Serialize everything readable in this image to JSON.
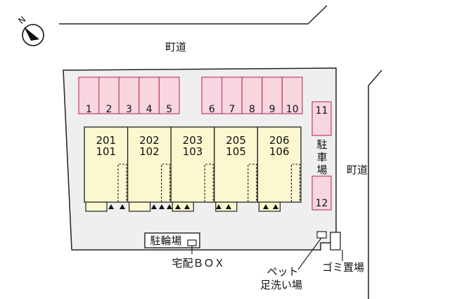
{
  "roads": {
    "top": "町道",
    "right": "町道"
  },
  "compass": {
    "label": "N"
  },
  "parking_top_left": [
    "1",
    "2",
    "3",
    "4",
    "5"
  ],
  "parking_top_right": [
    "6",
    "7",
    "8",
    "9",
    "10"
  ],
  "parking_side": {
    "upper": "11",
    "lower": "12",
    "label_chars": [
      "駐",
      "車",
      "場"
    ]
  },
  "units": [
    {
      "upper": "201",
      "lower": "101"
    },
    {
      "upper": "202",
      "lower": "102"
    },
    {
      "upper": "203",
      "lower": "103"
    },
    {
      "upper": "205",
      "lower": "105"
    },
    {
      "upper": "206",
      "lower": "106"
    }
  ],
  "facilities": {
    "bicycle": "駐輪場",
    "delivery_box": "宅配ＢＯＸ",
    "pet_wash_line1": "ペット",
    "pet_wash_line2": "足洗い場",
    "garbage": "ゴミ置場"
  },
  "colors": {
    "parking_fill": "#f7d6e0",
    "parking_stroke": "#c0405e",
    "unit_fill": "#fbf7cf",
    "lot_fill": "#efefef"
  }
}
